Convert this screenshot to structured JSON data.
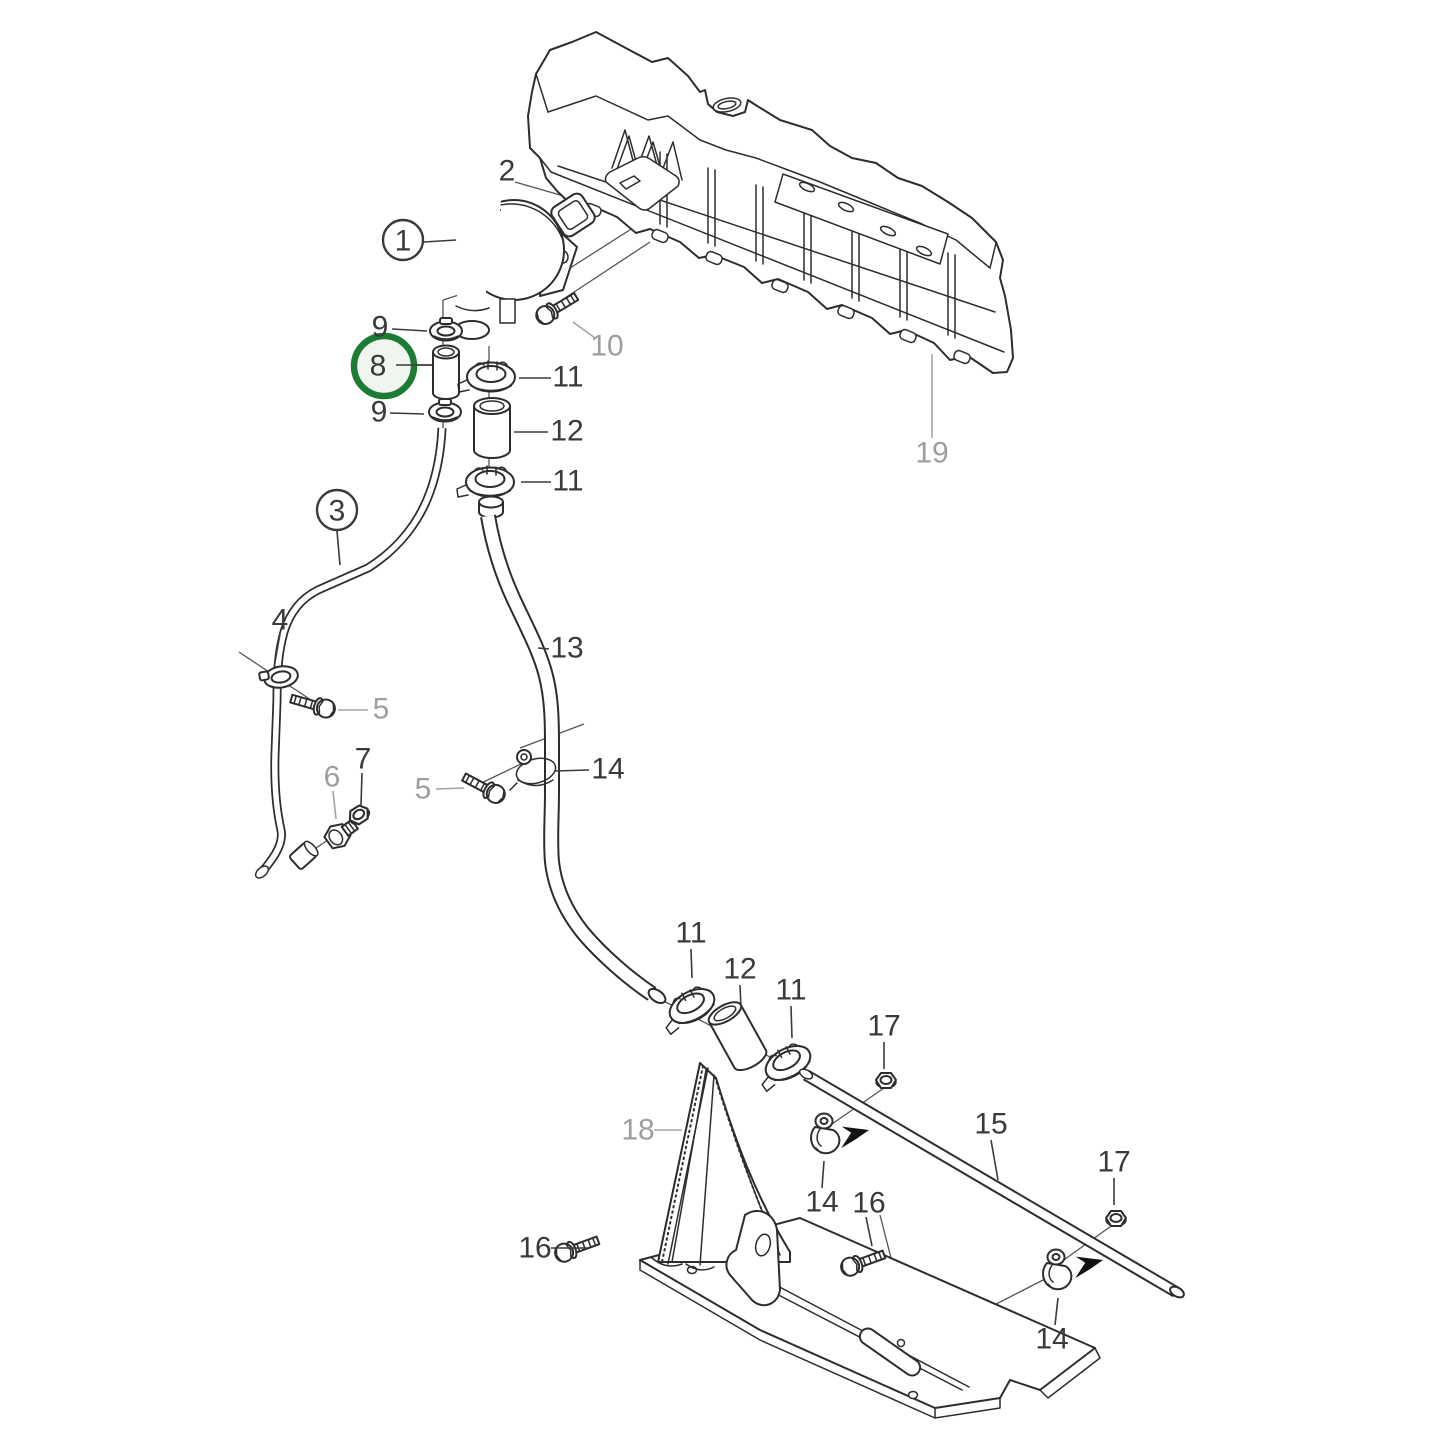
{
  "figure": {
    "type": "exploded-parts-diagram",
    "background": "#ffffff",
    "line_color": "#2d2d2d",
    "black_label_color": "#3a3a3a",
    "gray_label_color": "#9e9e9e"
  },
  "highlight": {
    "selected_item": "8",
    "ring_color": "#1c7c33",
    "fill_color": "#f1f5ef"
  },
  "callouts": {
    "i1": "1",
    "i2": "2",
    "i3": "3",
    "i4": "4",
    "i5a": "5",
    "i5b": "5",
    "i6": "6",
    "i7": "7",
    "i8": "8",
    "i9a": "9",
    "i9b": "9",
    "i10": "10",
    "i11a": "11",
    "i11b": "11",
    "i11c": "11",
    "i11d": "11",
    "i12a": "12",
    "i12b": "12",
    "i13": "13",
    "i14a": "14",
    "i14b": "14",
    "i14c": "14",
    "i15": "15",
    "i16a": "16",
    "i16b": "16",
    "i17a": "17",
    "i17b": "17",
    "i18": "18",
    "i19": "19"
  }
}
